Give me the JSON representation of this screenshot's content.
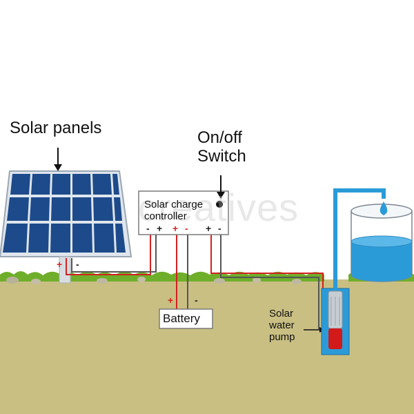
{
  "labels": {
    "solar_panels": "Solar panels",
    "switch_line1": "On/off",
    "switch_line2": "Switch",
    "controller_line1": "Solar charge",
    "controller_line2": "controller",
    "battery": "Battery",
    "pump_line1": "Solar",
    "pump_line2": "water",
    "pump_line3": "pump"
  },
  "terminals": {
    "controller": [
      "-",
      "+",
      "+",
      "-",
      "+",
      "-"
    ],
    "panel": [
      "+",
      "-"
    ],
    "battery": [
      "+",
      "-"
    ]
  },
  "watermark": "creatives",
  "colors": {
    "panel_cell": "#1d4a8a",
    "soil": "#c9bf83",
    "grass": "#6fae2a",
    "water": "#2b9bd8",
    "wire_positive": "#d42020",
    "wire_negative": "#555555",
    "pipe": "#2b9bd8",
    "pump_body": "#d21a1a"
  }
}
